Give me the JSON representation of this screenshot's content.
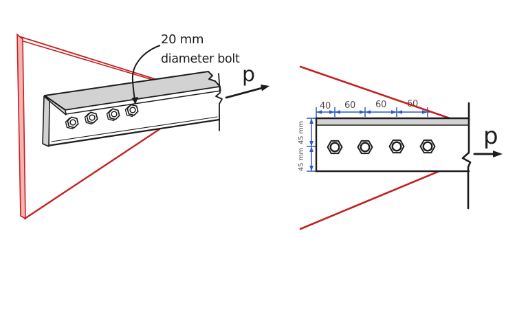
{
  "figure": {
    "description": "Bolted angle connection to plate, isometric view and dimensioned side view"
  },
  "colors": {
    "red": "#c41f1f",
    "red_fill": "#f4b4b0",
    "blue": "#2d57c8",
    "gray_fill": "#d2d2d2",
    "ink": "#1c1c1c",
    "dim_text": "#4d4d4d",
    "white": "#ffffff"
  },
  "left_view": {
    "annotation": {
      "line1": "20 mm",
      "line2": "diameter bolt"
    },
    "force_label": "p",
    "bolt_count": 4
  },
  "right_view": {
    "force_label": "p",
    "dims_top": [
      "40",
      "60",
      "60",
      "60"
    ],
    "dims_side": [
      "45 mm",
      "45 mm"
    ],
    "bolt_count": 4
  }
}
